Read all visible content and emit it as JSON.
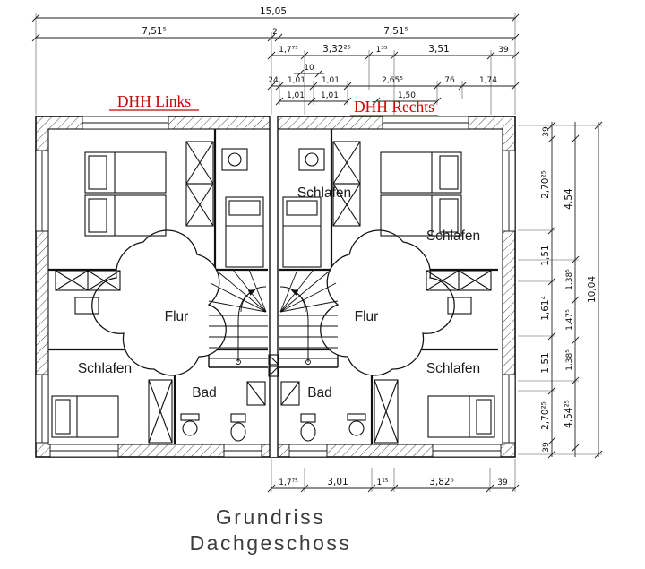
{
  "title": {
    "line1": "Grundriss",
    "line2": "Dachgeschoss"
  },
  "unit_labels": {
    "left": "DHH Links",
    "right": "DHH Rechts"
  },
  "rooms": {
    "schlafen_top_center": "Schlafen",
    "schlafen_top_right": "Schlafen",
    "flur_left": "Flur",
    "flur_right": "Flur",
    "schlafen_bottom_left": "Schlafen",
    "schlafen_bottom_right": "Schlafen",
    "bad_left": "Bad",
    "bad_right": "Bad"
  },
  "dims": {
    "top_total": "15,05",
    "top_halves": [
      "7,51⁵",
      "2",
      "7,51⁵"
    ],
    "top_row3": [
      "1,7⁷⁵",
      "3,32²⁵",
      "1³⁵",
      "3,51",
      "39"
    ],
    "top_row4": [
      "10"
    ],
    "top_row5": [
      "24",
      "1,01",
      "1,01",
      "2,65⁵",
      "76",
      "1,74"
    ],
    "top_row6": [
      "1,01",
      "1,01",
      "1,50"
    ],
    "right_inner": [
      "39",
      "2,70²⁵",
      "1,51",
      "1,61⁴",
      "1,51",
      "2,70²⁵",
      "39"
    ],
    "right_middle": [
      "4,54",
      "1,38⁵",
      "1,47⁵",
      "1,38⁵",
      "4,54²⁵"
    ],
    "right_total": "10,04",
    "bottom": [
      "1,7⁷⁵",
      "3,01",
      "1¹⁵",
      "3,82⁵",
      "39"
    ]
  },
  "colors": {
    "accent_red": "#cc0000",
    "ink": "#111111",
    "title_gray": "#3c3c3c"
  }
}
